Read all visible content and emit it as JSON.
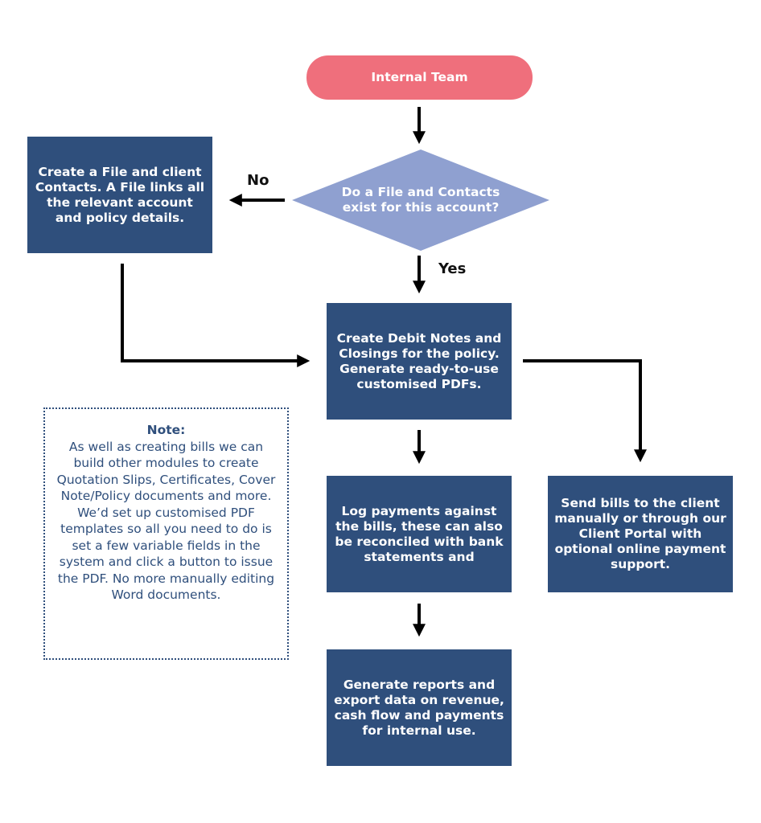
{
  "colors": {
    "start": "#ef6f7c",
    "decision": "#8fa0d0",
    "process": "#2f4f7c",
    "arrow": "#000000",
    "note_text": "#2f4f7c"
  },
  "start": {
    "label": "Internal Team"
  },
  "decision": {
    "label": "Do a File and Contacts exist for this account?"
  },
  "edges": {
    "no_label": "No",
    "yes_label": "Yes"
  },
  "steps": {
    "create_file": "Create a File and client Contacts. A File links all the relevant account and policy details.",
    "debit_notes": "Create Debit Notes and Closings for the policy. Generate ready-to-use customised PDFs.",
    "log_payments": "Log payments against the bills, these can also be reconciled with bank statements and",
    "send_bills": "Send bills to the client manually or through our Client Portal with optional online payment support.",
    "reports": "Generate reports and export data on revenue, cash flow and payments for internal use."
  },
  "note": {
    "title": "Note:",
    "body": "As well as creating bills we can build other modules to create Quotation Slips, Certificates, Cover Note/Policy documents and more. We’d set up customised PDF templates so all you need to do is set a few variable fields in the system and click a button to issue the PDF. No more manually editing Word documents."
  }
}
